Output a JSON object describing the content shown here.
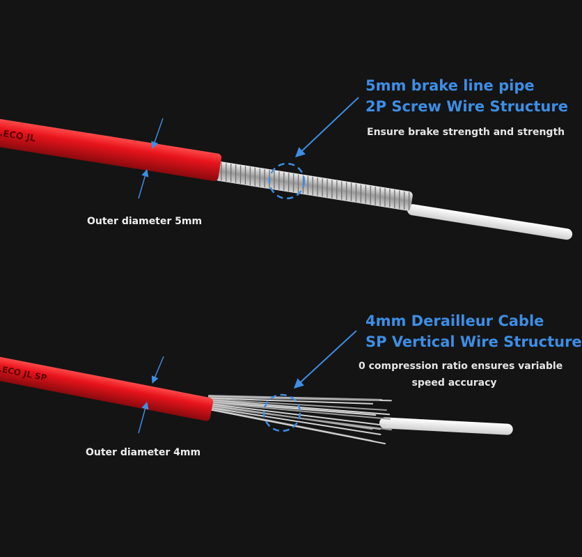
{
  "brake": {
    "title_line1": "5mm brake line pipe",
    "title_line2": "2P Screw Wire Structure",
    "description": "Ensure brake strength and strength",
    "dimension_label": "Outer diameter 5mm",
    "housing_print": "...ECO JL"
  },
  "derailleur": {
    "title_line1": "4mm Derailleur Cable",
    "title_line2": "SP Vertical Wire Structure",
    "description_line1": "0 compression ratio ensures variable",
    "description_line2": "speed accuracy",
    "dimension_label": "Outer diameter 4mm",
    "housing_print": "...ECO JL SP"
  },
  "colors": {
    "background": "#141414",
    "housing_red": "#e8141c",
    "accent_blue": "#3d8ee6",
    "liner_white": "#f2f2f2",
    "steel": "#b8b8b8"
  }
}
